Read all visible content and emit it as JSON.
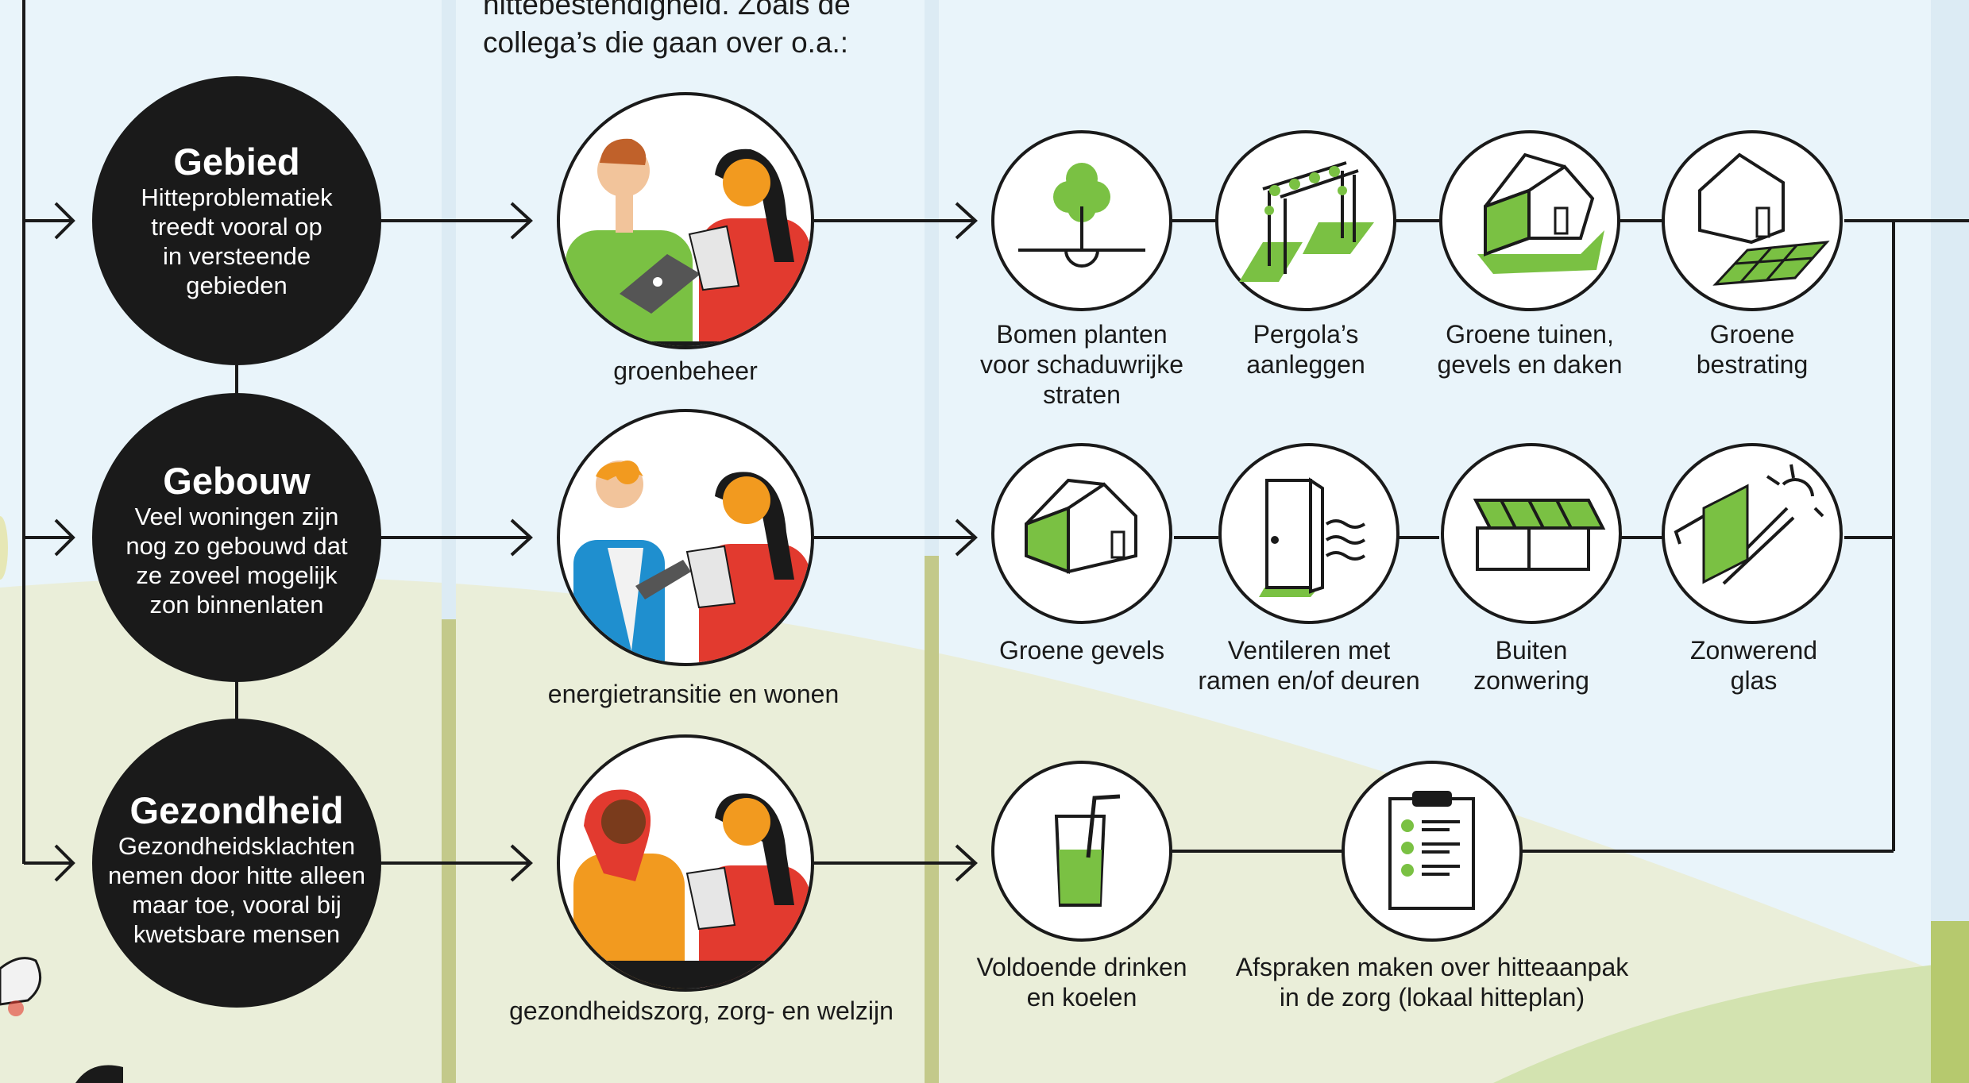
{
  "intro_text": [
    "hittebestendigheid. Zoals de",
    "collega’s die gaan over o.a.:"
  ],
  "problems": [
    {
      "title": "Gebied",
      "lines": [
        "Hitteproblematiek",
        "treedt vooral op",
        "in versteende",
        "gebieden"
      ]
    },
    {
      "title": "Gebouw",
      "lines": [
        "Veel woningen zijn",
        "nog zo gebouwd dat",
        "ze zoveel mogelijk",
        "zon binnenlaten"
      ]
    },
    {
      "title": "Gezondheid",
      "lines": [
        "Gezondheidsklachten",
        "nemen door hitte alleen",
        "maar toe, vooral bij",
        "kwetsbare mensen"
      ]
    }
  ],
  "colleagues": [
    "groenbeheer",
    "energietransitie en wonen",
    "gezondheidszorg, zorg- en welzijn"
  ],
  "measures": {
    "gebied": [
      {
        "lines": [
          "Bomen planten",
          "voor schaduwrijke",
          "straten"
        ],
        "icon": "tree-icon"
      },
      {
        "lines": [
          "Pergola’s",
          "aanleggen"
        ],
        "icon": "pergola-icon"
      },
      {
        "lines": [
          "Groene tuinen,",
          "gevels en daken"
        ],
        "icon": "green-house-icon"
      },
      {
        "lines": [
          "Groene",
          "bestrating"
        ],
        "icon": "green-paving-icon"
      }
    ],
    "gebouw": [
      {
        "lines": [
          "Groene gevels"
        ],
        "icon": "green-facade-icon"
      },
      {
        "lines": [
          "Ventileren met",
          "ramen en/of deuren"
        ],
        "icon": "open-door-icon"
      },
      {
        "lines": [
          "Buiten",
          "zonwering"
        ],
        "icon": "awning-icon"
      },
      {
        "lines": [
          "Zonwerend",
          "glas"
        ],
        "icon": "sun-glass-icon"
      }
    ],
    "gezondheid": [
      {
        "lines": [
          "Voldoende drinken",
          "en koelen"
        ],
        "icon": "drink-icon"
      },
      {
        "lines": [
          "Afspraken maken over hitteaanpak",
          "in de zorg (lokaal hitteplan)"
        ],
        "icon": "clipboard-checklist-icon"
      }
    ]
  },
  "colors": {
    "green": "#7ac143",
    "black": "#1a1a1a",
    "sky": "#e9f4fa",
    "ground": "#eaeed9",
    "column_line": "#b9c27a",
    "red": "#e23a2f",
    "blue": "#1f8fcf",
    "orange": "#f29a1f"
  }
}
